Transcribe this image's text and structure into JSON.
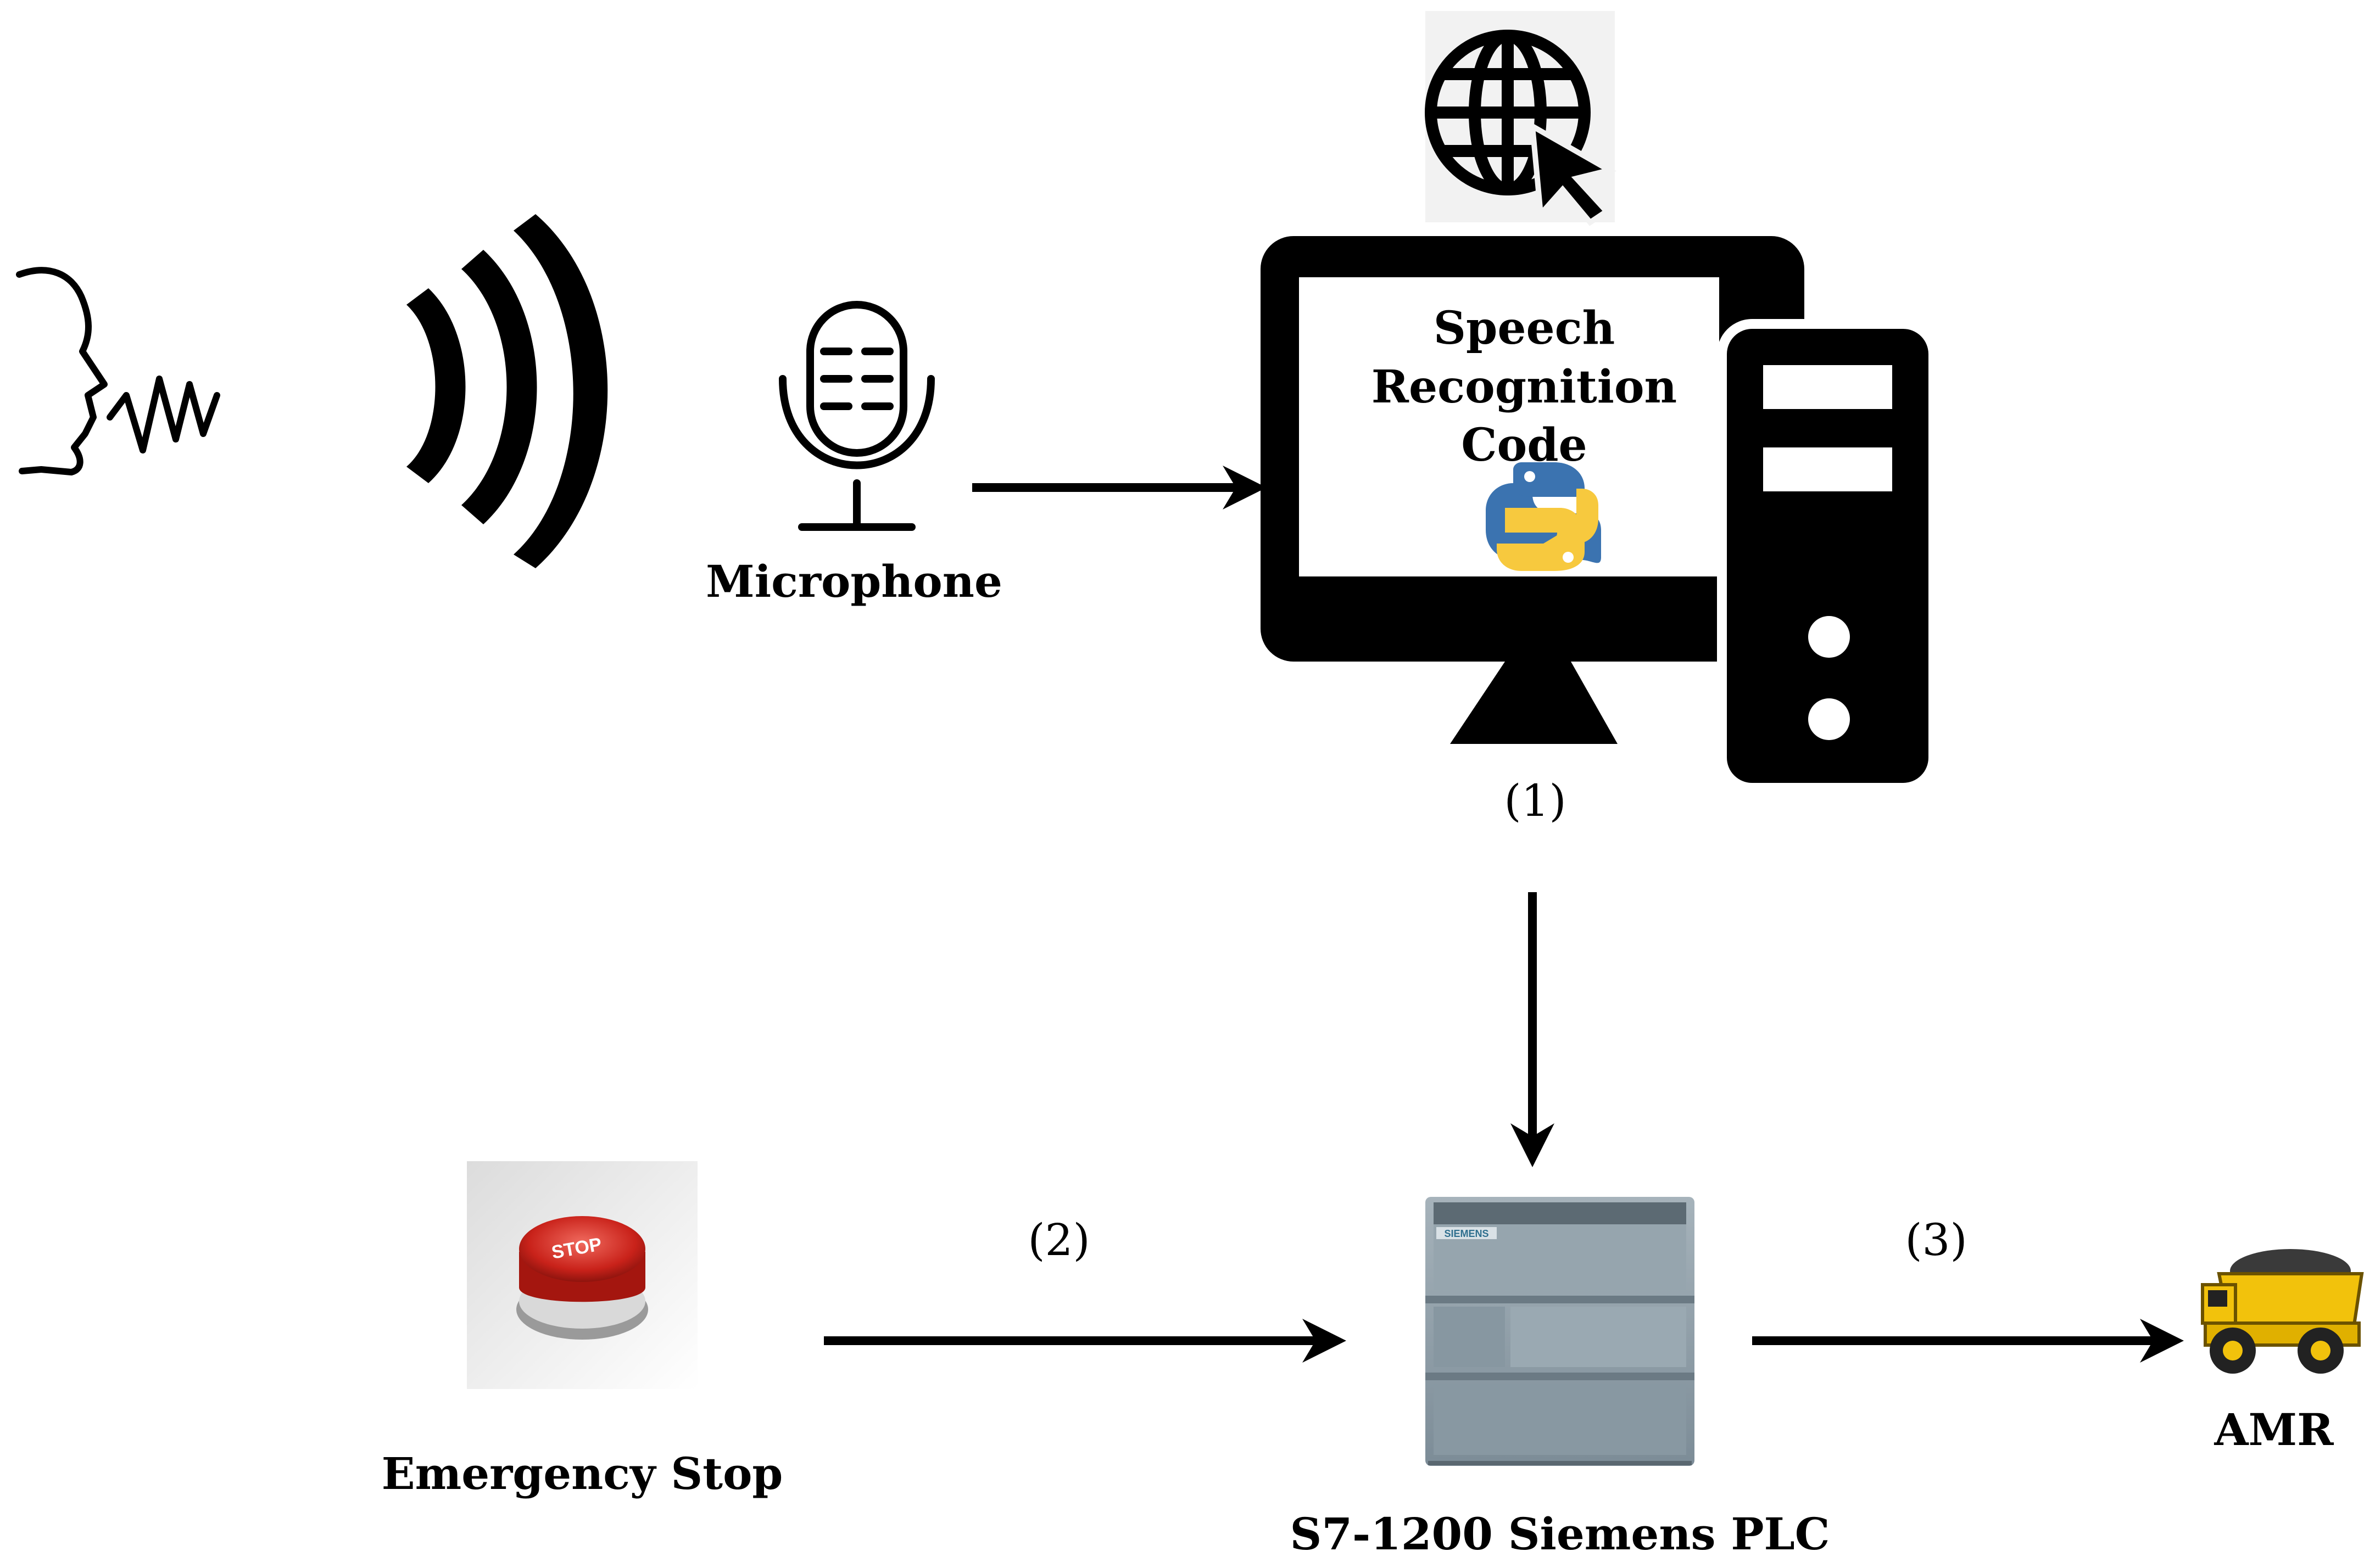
{
  "labels": {
    "microphone": "Microphone",
    "speech_line1": "Speech Recognition",
    "speech_line2": "Code",
    "step1": "(1)",
    "step2": "(2)",
    "step3": "(3)",
    "emergency_stop": "Emergency Stop",
    "plc": "S7-1200 Siemens PLC",
    "amr": "AMR",
    "stop_button_text": "STOP",
    "plc_brand": "SIEMENS"
  },
  "icons": [
    "speaking-head-icon",
    "sound-waves-icon",
    "microphone-icon",
    "globe-cursor-icon",
    "computer-icon",
    "python-logo-icon",
    "stop-button-icon",
    "plc-icon",
    "dump-truck-icon"
  ],
  "colors": {
    "ink": "#000000",
    "python_blue": "#3b73b0",
    "python_yellow": "#f7c93e",
    "stop_red": "#d42a1e",
    "plc_body": "#8a9aa5",
    "truck_yellow": "#f2c20c"
  }
}
